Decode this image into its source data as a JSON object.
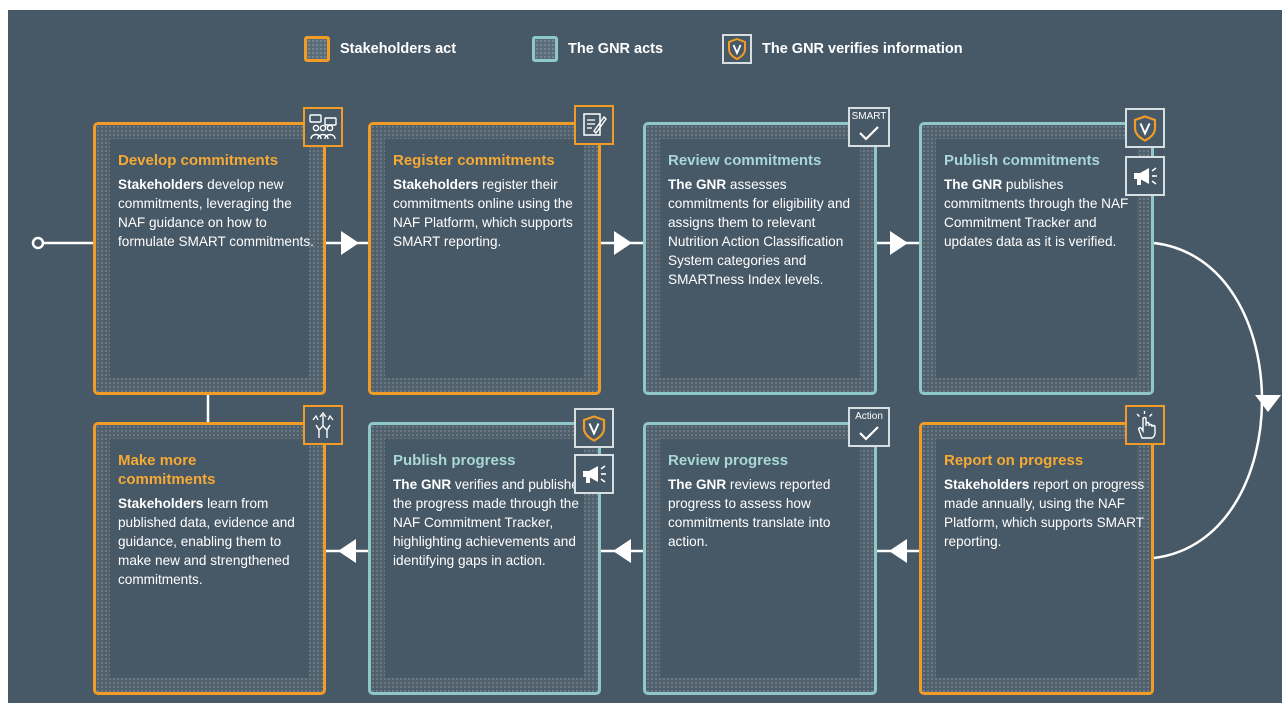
{
  "legend": {
    "stakeholders": "Stakeholders act",
    "gnr": "The GNR acts",
    "verifies": "The GNR verifies information"
  },
  "icons": {
    "smart_caption": "SMART",
    "action_caption": "Action"
  },
  "steps": [
    {
      "title": "Develop commitments",
      "actor": "Stakeholders",
      "body": " develop new commitments, leveraging the NAF guidance on how to formulate SMART commitments."
    },
    {
      "title": "Register commitments",
      "actor": "Stakeholders",
      "body": " register their commitments online using the NAF Platform, which supports SMART reporting."
    },
    {
      "title": "Review commitments",
      "actor": "The GNR",
      "body": " assesses commitments for eligibility and assigns them to relevant Nutrition Action Classification System categories and SMARTness Index levels."
    },
    {
      "title": "Publish commitments",
      "actor": "The GNR",
      "body": " publishes commitments through the NAF Commitment Tracker and updates data as it is verified."
    },
    {
      "title": "Report on progress",
      "actor": "Stakeholders",
      "body": " report on progress made annually, using the NAF Platform, which supports SMART reporting."
    },
    {
      "title": "Review progress",
      "actor": "The GNR",
      "body": " reviews reported progress to assess how commitments translate into action."
    },
    {
      "title": "Publish progress",
      "actor": "The GNR",
      "body": " verifies and publishes the progress made through the NAF Commitment Tracker, highlighting achievements and identifying gaps in action."
    },
    {
      "title": "Make more commitments",
      "actor": "Stakeholders",
      "body": " learn from published data, evidence and guidance, enabling them to make new and strengthened commitments."
    }
  ],
  "colors": {
    "orange": "#f09c26",
    "teal": "#8ec8c8",
    "background": "#475866"
  }
}
